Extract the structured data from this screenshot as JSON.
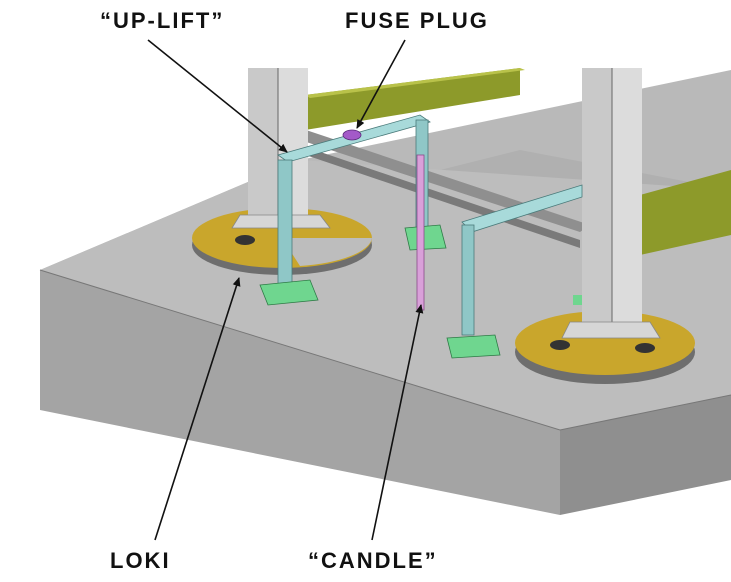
{
  "diagram": {
    "subject": "Isometric CAD view of a seismic isolation test rig on a concrete slab",
    "callouts": [
      {
        "id": "uplift",
        "text": "“UP-LIFT”"
      },
      {
        "id": "fuse-plug",
        "text": "FUSE PLUG"
      },
      {
        "id": "loki",
        "text": "LOKI"
      },
      {
        "id": "candle",
        "text": "“CANDLE”"
      }
    ],
    "components": [
      {
        "name": "concrete slab",
        "color": "#a9a9a9"
      },
      {
        "name": "vertical column (left)",
        "color": "#c9c9c9"
      },
      {
        "name": "vertical column (right)",
        "color": "#c9c9c9"
      },
      {
        "name": "rotating base plate",
        "color": "#c9a62c"
      },
      {
        "name": "uplift restraint frame",
        "color": "#8fc7c7"
      },
      {
        "name": "anchor brackets",
        "color": "#6fd68f"
      },
      {
        "name": "candle rod",
        "color": "#d9a0d9"
      },
      {
        "name": "fuse plug",
        "color": "#a35ac8"
      },
      {
        "name": "yellow-green beam",
        "color": "#8d9a2a"
      }
    ]
  }
}
